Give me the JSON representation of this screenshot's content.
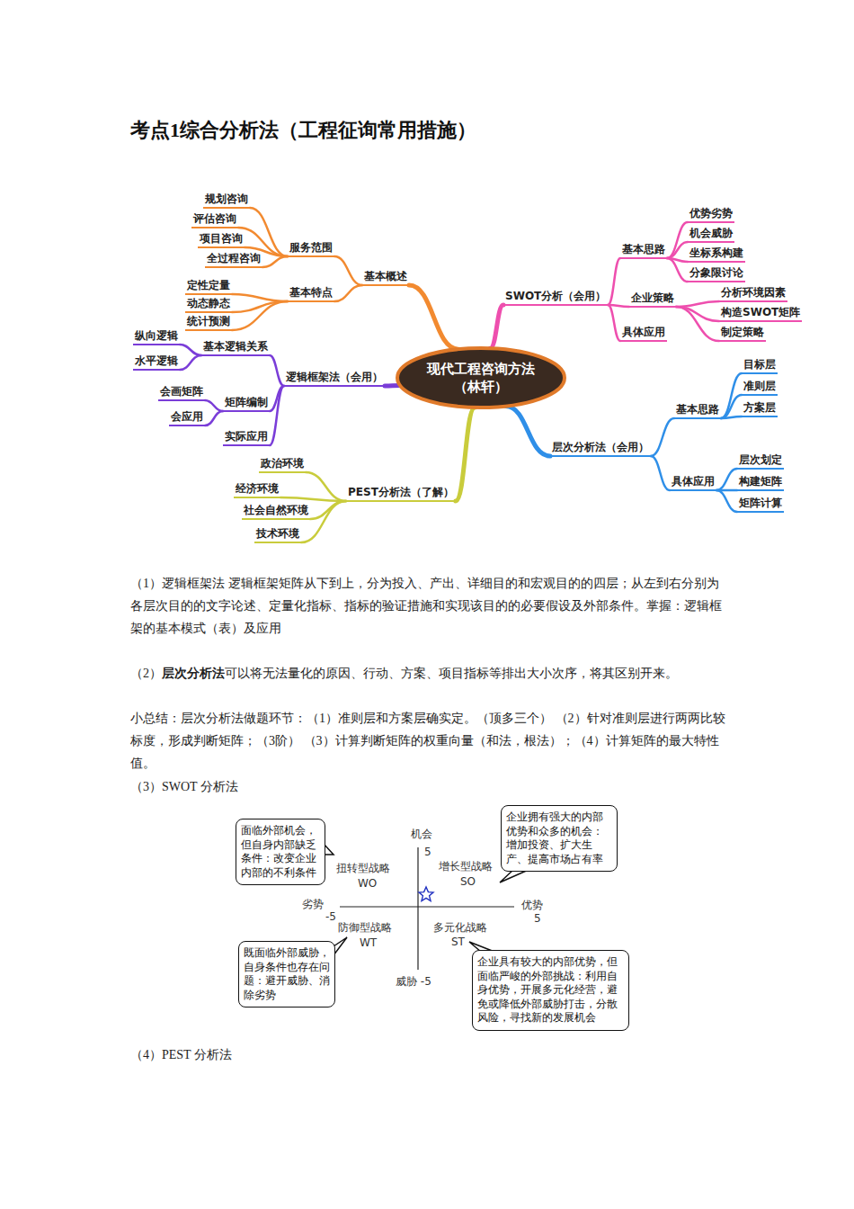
{
  "diagram": {
    "title": "考点1综合分析法（工程征询常用措施）",
    "nodes": [
      {
        "text": [
          "现代工程咨询方法 （林轩）"
        ]
      },
      {
        "text": [
          "基本概述"
        ]
      },
      {
        "text": [
          "服务范围"
        ]
      },
      {
        "text": [
          "规划咨询"
        ]
      },
      {
        "text": [
          "评估咨询"
        ]
      },
      {
        "text": [
          "项目咨询"
        ]
      },
      {
        "text": [
          "全过程咨询"
        ]
      },
      {
        "text": [
          "基本特点"
        ]
      },
      {
        "text": [
          "定性定量"
        ]
      },
      {
        "text": [
          "动态静态"
        ]
      },
      {
        "text": [
          "统计预测"
        ]
      },
      {
        "text": [
          "SWOT分析（会用）"
        ]
      },
      {
        "text": [
          "基本思路"
        ]
      },
      {
        "text": [
          "优势劣势"
        ]
      },
      {
        "text": [
          "机会威胁"
        ]
      },
      {
        "text": [
          "坐标系构建"
        ]
      },
      {
        "text": [
          "分象限讨论"
        ]
      },
      {
        "text": [
          "企业策略"
        ]
      },
      {
        "text": [
          "分析环境因素"
        ]
      },
      {
        "text": [
          "构造SWOT矩阵"
        ]
      },
      {
        "text": [
          "制定策略"
        ]
      },
      {
        "text": [
          "具体应用"
        ]
      },
      {
        "text": [
          "层次分析法（会用）"
        ]
      },
      {
        "text": [
          "基本思路"
        ]
      },
      {
        "text": [
          "目标层"
        ]
      },
      {
        "text": [
          "准则层"
        ]
      },
      {
        "text": [
          "方案层"
        ]
      },
      {
        "text": [
          "具体应用"
        ]
      },
      {
        "text": [
          "层次划定"
        ]
      },
      {
        "text": [
          "构建矩阵"
        ]
      },
      {
        "text": [
          "矩阵计算"
        ]
      },
      {
        "text": [
          "逻辑框架法（会用）"
        ]
      },
      {
        "text": [
          "基本逻辑关系"
        ]
      },
      {
        "text": [
          "纵向逻辑"
        ]
      },
      {
        "text": [
          "水平逻辑"
        ]
      },
      {
        "text": [
          "矩阵编制"
        ]
      },
      {
        "text": [
          "会画矩阵"
        ]
      },
      {
        "text": [
          "会应用"
        ]
      },
      {
        "text": [
          "实际应用"
        ]
      },
      {
        "text": [
          "PEST分析法（了解）"
        ]
      },
      {
        "text": [
          "政治环境"
        ]
      },
      {
        "text": [
          "经济环境"
        ]
      },
      {
        "text": [
          "社会自然环境"
        ]
      },
      {
        "text": [
          "技术环境"
        ]
      },
      {
        "text": [
          "面临外部机会，但自身内部缺乏条件：改变企业内部的不利条件"
        ]
      },
      {
        "text": [
          "企业拥有强大的内部优势和众多的机会：增加投资、扩大生产、提高市场占有率"
        ]
      },
      {
        "text": [
          "既面临外部威胁，自身条件也存在问题：避开威胁、消除劣势"
        ]
      },
      {
        "text": [
          "企业具有较大的内部优势，但面临严峻的外部挑战：利用自身优势，开展多元化经营，避免或降低外部威胁打击，分散风险，寻找新的发展机会"
        ]
      }
    ],
    "edges": [
      {
        "from": 0,
        "to": 1,
        "arrow": "none"
      },
      {
        "from": 1,
        "to": 2,
        "arrow": "none"
      },
      {
        "from": 2,
        "to": 3,
        "arrow": "none"
      },
      {
        "from": 2,
        "to": 4,
        "arrow": "none"
      },
      {
        "from": 2,
        "to": 5,
        "arrow": "none"
      },
      {
        "from": 2,
        "to": 6,
        "arrow": "none"
      },
      {
        "from": 1,
        "to": 7,
        "arrow": "none"
      },
      {
        "from": 7,
        "to": 8,
        "arrow": "none"
      },
      {
        "from": 7,
        "to": 9,
        "arrow": "none"
      },
      {
        "from": 7,
        "to": 10,
        "arrow": "none"
      },
      {
        "from": 0,
        "to": 11,
        "arrow": "none"
      },
      {
        "from": 11,
        "to": 12,
        "arrow": "none"
      },
      {
        "from": 12,
        "to": 13,
        "arrow": "none"
      },
      {
        "from": 12,
        "to": 14,
        "arrow": "none"
      },
      {
        "from": 12,
        "to": 15,
        "arrow": "none"
      },
      {
        "from": 12,
        "to": 16,
        "arrow": "none"
      },
      {
        "from": 11,
        "to": 17,
        "arrow": "none"
      },
      {
        "from": 17,
        "to": 18,
        "arrow": "none"
      },
      {
        "from": 17,
        "to": 19,
        "arrow": "none"
      },
      {
        "from": 17,
        "to": 20,
        "arrow": "none"
      },
      {
        "from": 11,
        "to": 21,
        "arrow": "none"
      },
      {
        "from": 0,
        "to": 22,
        "arrow": "none"
      },
      {
        "from": 22,
        "to": 23,
        "arrow": "none"
      },
      {
        "from": 23,
        "to": 24,
        "arrow": "none"
      },
      {
        "from": 23,
        "to": 25,
        "arrow": "none"
      },
      {
        "from": 23,
        "to": 26,
        "arrow": "none"
      },
      {
        "from": 22,
        "to": 27,
        "arrow": "none"
      },
      {
        "from": 27,
        "to": 28,
        "arrow": "none"
      },
      {
        "from": 27,
        "to": 29,
        "arrow": "none"
      },
      {
        "from": 27,
        "to": 30,
        "arrow": "none"
      },
      {
        "from": 0,
        "to": 31,
        "arrow": "none"
      },
      {
        "from": 31,
        "to": 32,
        "arrow": "none"
      },
      {
        "from": 32,
        "to": 33,
        "arrow": "none"
      },
      {
        "from": 32,
        "to": 34,
        "arrow": "none"
      },
      {
        "from": 31,
        "to": 35,
        "arrow": "none"
      },
      {
        "from": 35,
        "to": 36,
        "arrow": "none"
      },
      {
        "from": 35,
        "to": 37,
        "arrow": "none"
      },
      {
        "from": 31,
        "to": 38,
        "arrow": "none"
      },
      {
        "from": 0,
        "to": 39,
        "arrow": "none"
      },
      {
        "from": 39,
        "to": 40,
        "arrow": "none"
      },
      {
        "from": 39,
        "to": 41,
        "arrow": "none"
      },
      {
        "from": 39,
        "to": 42,
        "arrow": "none"
      },
      {
        "from": 39,
        "to": 43,
        "arrow": "none"
      }
    ],
    "labels": [
      "（1）逻辑框架法 逻辑框架矩阵从下到上，分为投入、产出、详细目的和宏观目的的四层；从左到右分别为各层次目的的文字论述、定量化指标、指标的验证措施和实现该目的的必要假设及外部条件。掌握：逻辑框架的基本模式（表）及应用",
      "（2）",
      "层次分析法",
      "可以将无法量化的原因、行动、方案、项目指标等排出大小次序，将其区别开来。",
      "小总结：层次分析法做题环节：（1）准则层和方案层确实定。（顶多三个） （2）针对准则层进行两两比较标度，形成判断矩阵；（3阶） （3）计算判断矩阵的权重向量（和法，根法）；（4）计算矩阵的最大特性值。",
      "（3）SWOT 分析法",
      "机会",
      "5",
      "扭转型战略",
      "WO",
      "增长型战略",
      "SO",
      "劣势",
      "-5",
      "优势",
      "5",
      "防御型战略",
      "WT",
      "多元化战略",
      "ST",
      "威胁 -5",
      "（4）PEST 分析法"
    ]
  }
}
